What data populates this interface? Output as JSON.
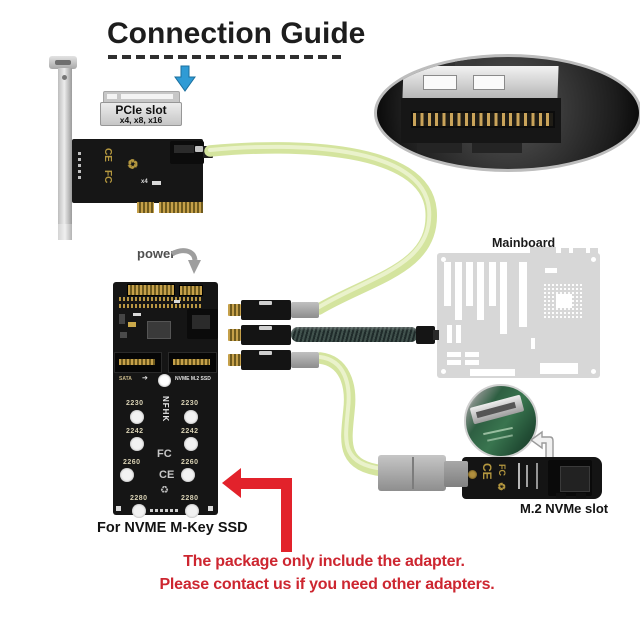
{
  "title": "Connection Guide",
  "labels": {
    "power": "power",
    "mainboard": "Mainboard",
    "m2_slot": "M.2 NVMe slot",
    "adapter_caption": "For NVME M-Key SSD"
  },
  "pcie_slot_label": {
    "line1": "PCIe slot",
    "line2": "x4, x8, x16"
  },
  "pcie_card": {
    "ce": "CE",
    "fcc": "FC",
    "x4_label": "x4"
  },
  "adapter": {
    "brand": "NFHK",
    "sata_label": "SATA",
    "nvme_label": "NVME M.2 SSD",
    "sizes": [
      "2230",
      "2242",
      "2260",
      "2280"
    ],
    "ce": "CE",
    "fcc": "FC"
  },
  "m2_stick": {
    "ce": "CE",
    "fcc": "FC"
  },
  "icons": {
    "recycle": "♻",
    "right_arrow": "➔"
  },
  "warning": {
    "line1": "The package only include the adapter.",
    "line2": "Please contact us if you need other adapters."
  },
  "colors": {
    "cable_green": "#d6e5a0",
    "braid_dark": "#2c3a38",
    "pcb_black": "#161616",
    "gold": "#c3a04c",
    "arrow_blue": "#2f9bd5",
    "arrow_red": "#e2222b",
    "warning_red": "#cd2630",
    "mainboard_gray": "#d7d7d7",
    "inset_green": "#33704c"
  }
}
